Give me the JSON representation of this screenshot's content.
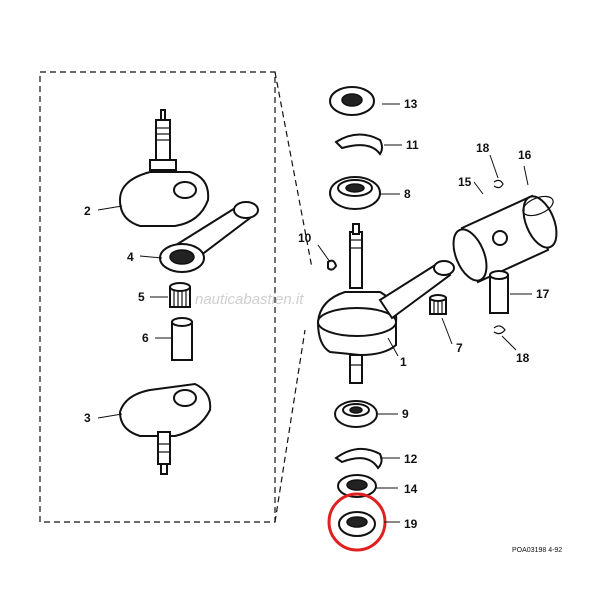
{
  "diagram": {
    "callouts": {
      "c1": "1",
      "c2": "2",
      "c3": "3",
      "c4": "4",
      "c5": "5",
      "c6": "6",
      "c7": "7",
      "c8": "8",
      "c9": "9",
      "c10": "10",
      "c11": "11",
      "c12": "12",
      "c13": "13",
      "c14": "14",
      "c15": "15",
      "c16": "16",
      "c17": "17",
      "c18a": "18",
      "c18b": "18",
      "c19": "19"
    },
    "watermark": "nauticabastien.it",
    "drawing_code": "POA03198  4-92",
    "highlight_color": "#e02020"
  }
}
